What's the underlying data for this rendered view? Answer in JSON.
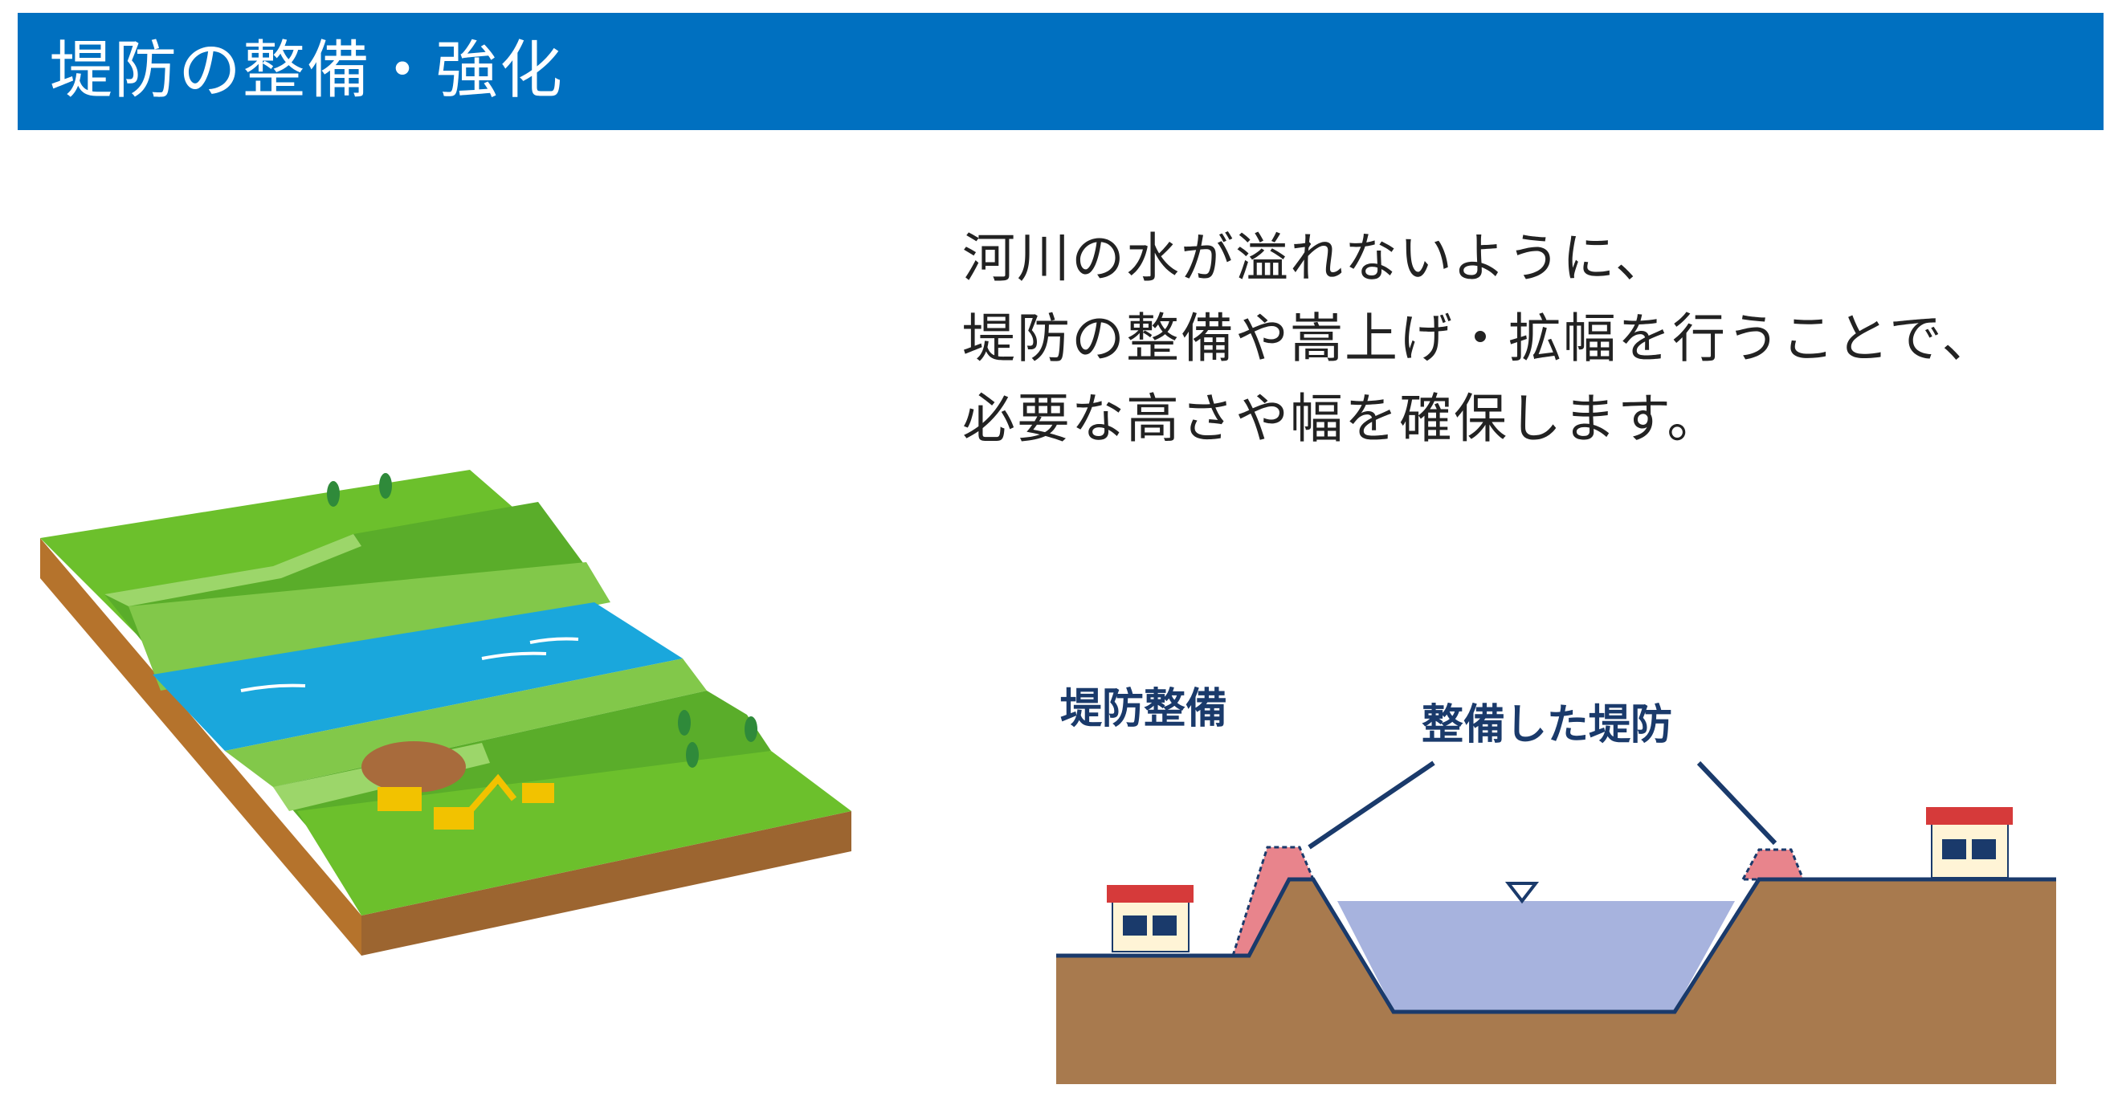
{
  "header": {
    "title": "堤防の整備・強化"
  },
  "description": {
    "lines": [
      "河川の水が溢れないように、",
      "堤防の整備や嵩上げ・拡幅を行うことで、",
      "必要な高さや幅を確保します。"
    ]
  },
  "diagram": {
    "label_section": "堤防整備",
    "label_callout": "整備した堤防",
    "colors": {
      "ground": "#a87a4e",
      "water": "#a7b3de",
      "new_levee": "#e8848c",
      "roof": "#d63a3a",
      "leader_line": "#1a3a6b"
    }
  },
  "colors": {
    "title_bar": "#0070c0",
    "grass": "#6cc02c",
    "river": "#1aa7dc"
  }
}
